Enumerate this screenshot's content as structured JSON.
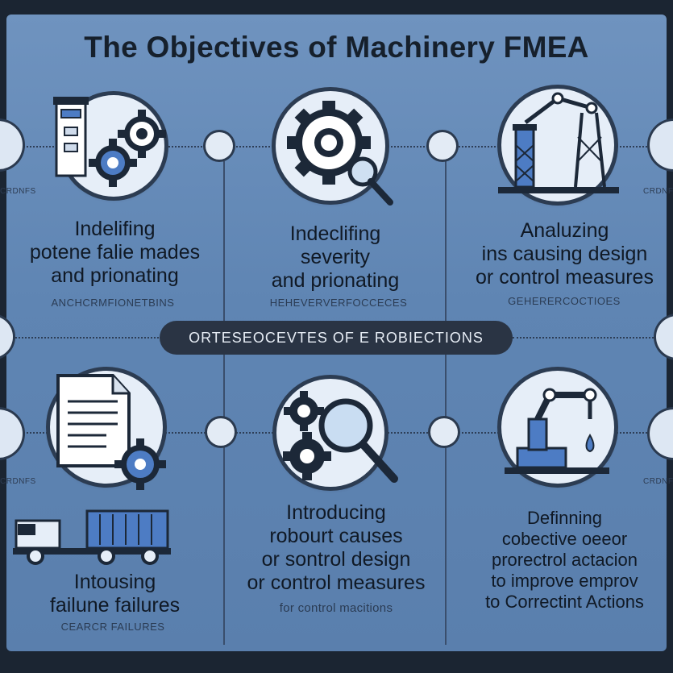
{
  "title": "The Objectives of Machinery FMEA",
  "center_pill": "ORTESEOCEVTES OF E ROBIECTIONS",
  "cards": [
    {
      "icon": "panel-with-gears-icon",
      "heading": [
        "Indelifing",
        "potene falie mades",
        "and prionating"
      ],
      "subtext": "ANCHCRMFIONETBINS"
    },
    {
      "icon": "gear-magnifier-icon",
      "heading": [
        "Indeclifing",
        "severity",
        "and prionating"
      ],
      "subtext": "HEHEVERVERFOCCECES"
    },
    {
      "icon": "oil-rig-icon",
      "heading": [
        "Analuzing",
        "ins causing design",
        "or control measures"
      ],
      "subtext": "GEHERERCOCTIOES"
    },
    {
      "icon": "document-gear-icon",
      "heading": [
        "Intousing",
        "failune failures"
      ],
      "subtext": "CEARCR FAILURES"
    },
    {
      "icon": "gears-magnifier-icon",
      "heading": [
        "Introducing",
        "robourt causes",
        "or sontrol design",
        "or control measures"
      ],
      "subtext": "for control macitions"
    },
    {
      "icon": "robot-arm-icon",
      "heading": [
        "Definning",
        "cobective oeeor",
        "prorectrol actacion",
        "to improve emprov",
        "to Correctint Actions"
      ],
      "subtext": ""
    }
  ],
  "edge_labels": [
    "CRDNFS",
    "CRDNFS",
    "CRDNFS",
    "CRDNFS"
  ],
  "colors": {
    "background": "#6f93bf",
    "circle_fill": "#e6eef8",
    "dark": "#2a3444",
    "accent_blue": "#4d7cc4"
  }
}
